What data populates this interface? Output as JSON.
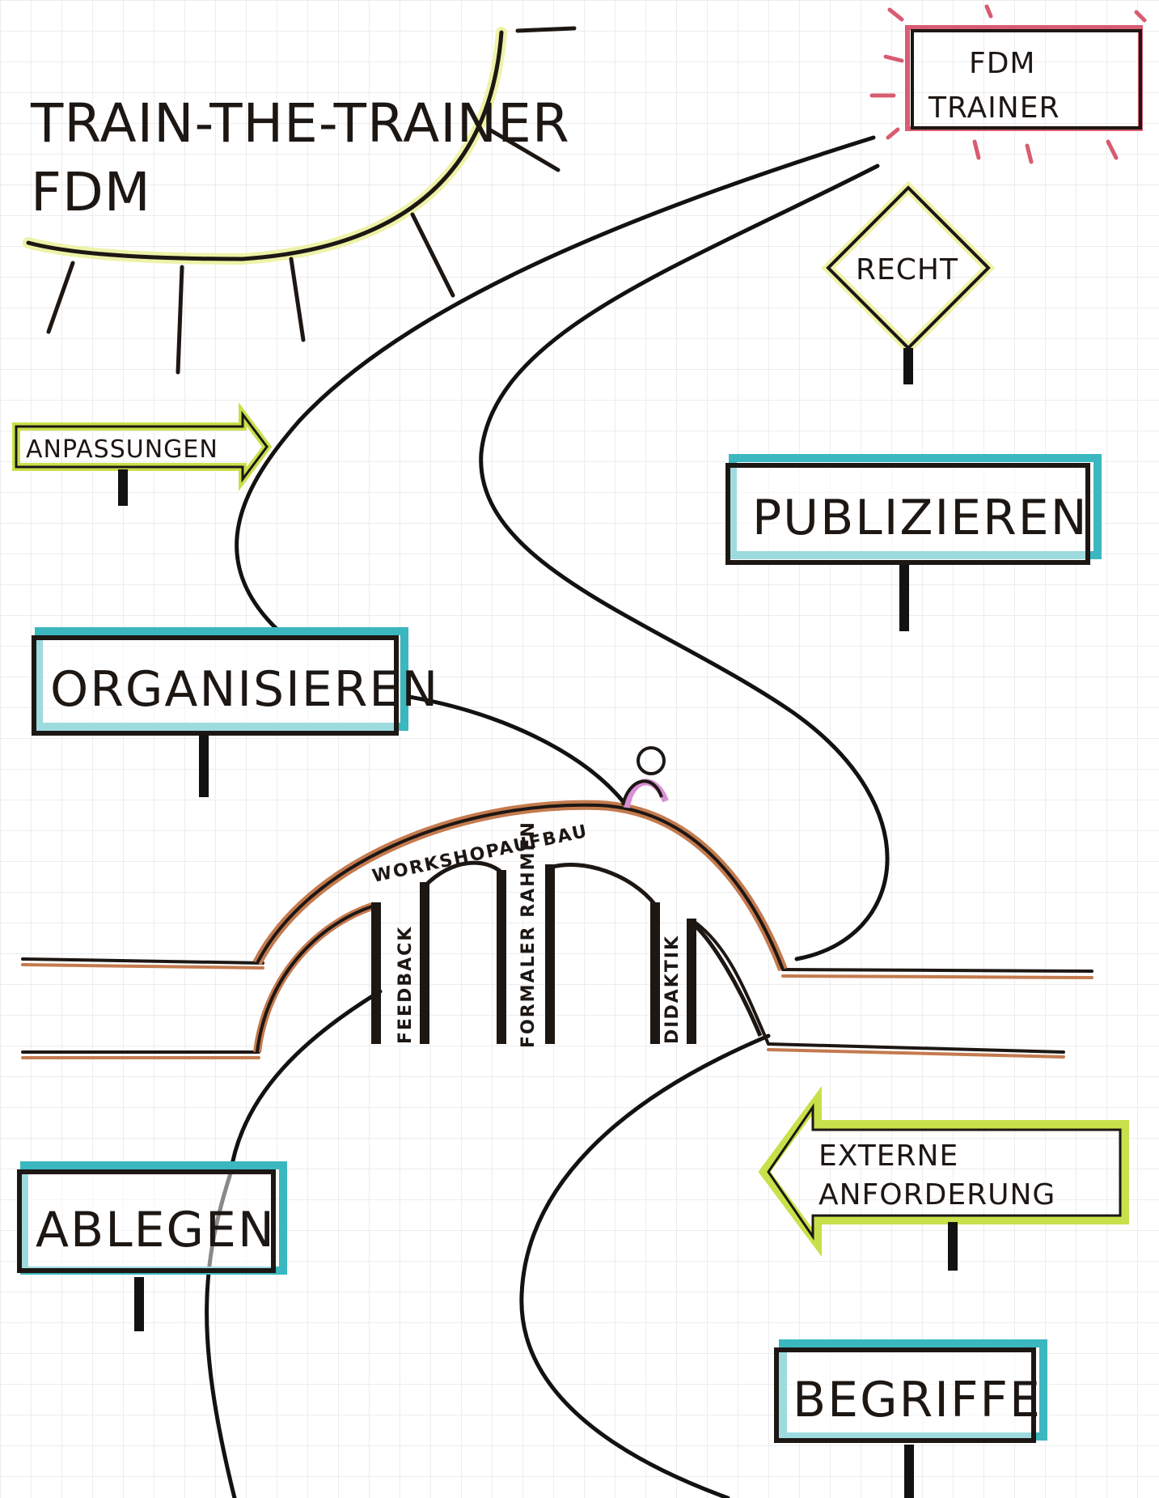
{
  "title": {
    "line1": "TRAIN-THE-TRAINER",
    "line2": "FDM"
  },
  "goal": {
    "line1": "FDM",
    "line2": "TRAINER"
  },
  "signs": {
    "recht": "RECHT",
    "anpassungen": "ANPASSUNGEN",
    "publizieren": "PUBLIZIEREN",
    "organisieren": "ORGANISIEREN",
    "ablegen": "ABLEGEN",
    "externe_line1": "EXTERNE",
    "externe_line2": "ANFORDERUNG",
    "begriffe": "BEGRIFFE"
  },
  "bridge": {
    "arch_label": "WORKSHOPAUFBAU",
    "pillars": [
      "FEEDBACK",
      "FORMALER RAHMEN",
      "DIDAKTIK"
    ]
  },
  "colors": {
    "ink": "#1d1714",
    "sun_glow": "#eef2a8",
    "goal_border": "#d85c72",
    "teal": "#3bb7bf",
    "lime": "#c8e04a",
    "bridge_brown": "#c47a4e",
    "figure_pink": "#d98fd3",
    "grid": "#e7e7e7"
  }
}
